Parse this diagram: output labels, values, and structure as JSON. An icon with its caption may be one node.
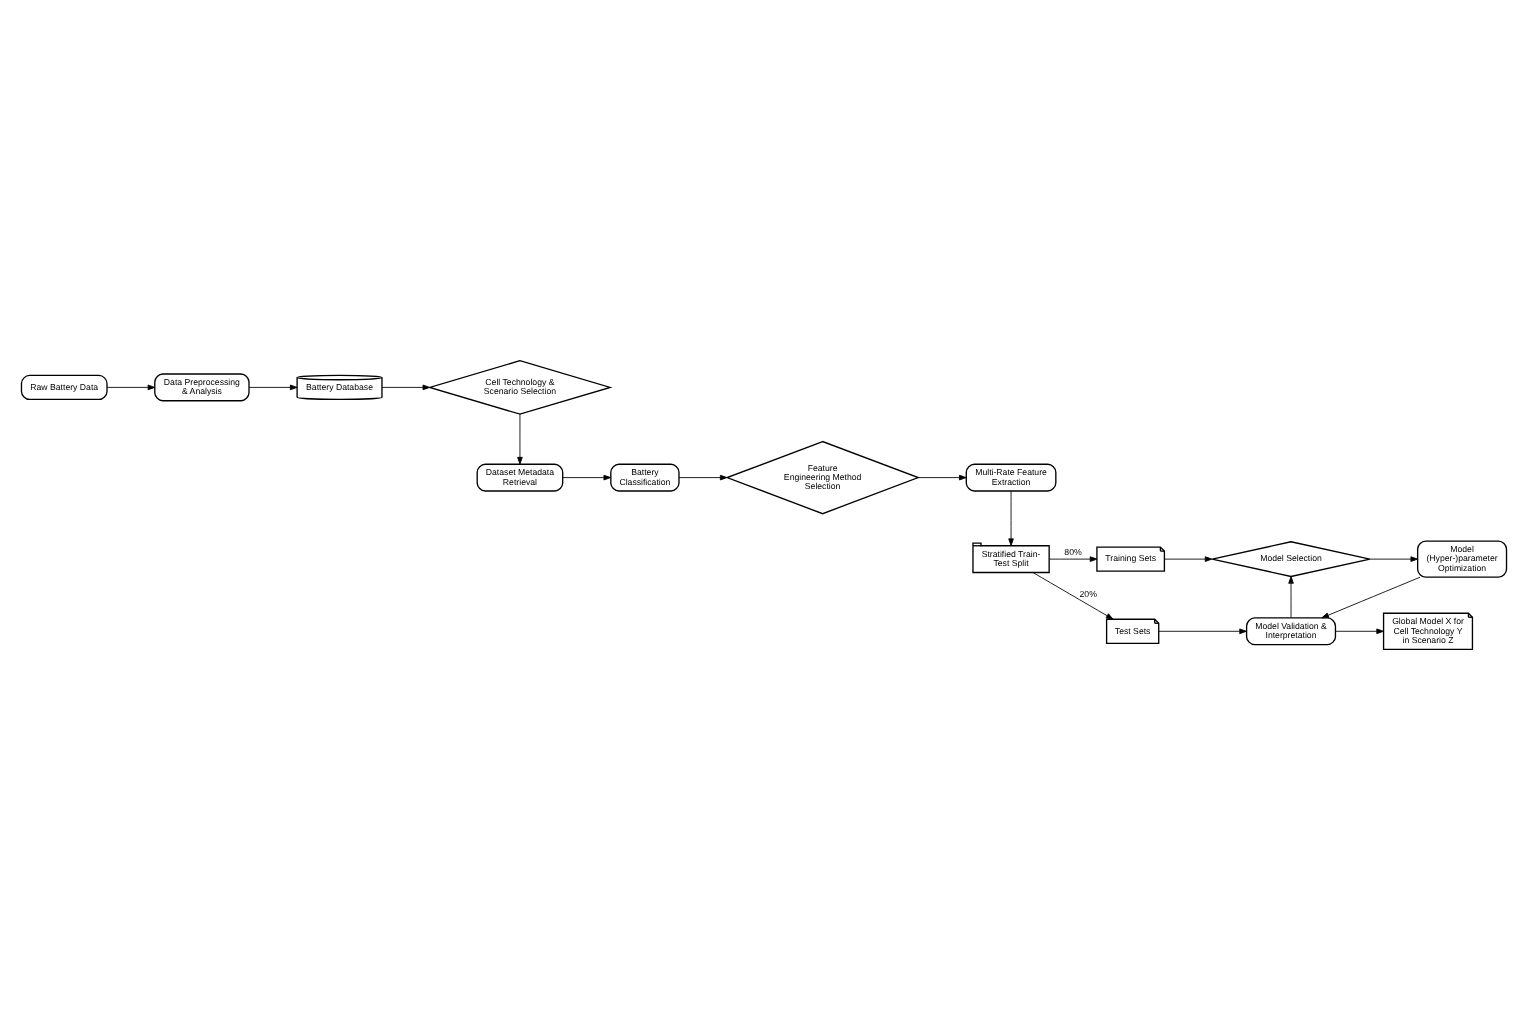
{
  "diagram": {
    "nodes": [
      {
        "text": [
          "Raw Battery Data"
        ]
      },
      {
        "text": [
          "Data Preprocessing & Analysis"
        ]
      },
      {
        "text": [
          "Battery Database"
        ]
      },
      {
        "text": [
          "Cell Technology & Scenario Selection"
        ]
      },
      {
        "text": [
          "Dataset Metadata Retrieval"
        ]
      },
      {
        "text": [
          "Battery Classification"
        ]
      },
      {
        "text": [
          "Feature Engineering Method Selection"
        ]
      },
      {
        "text": [
          "Multi-Rate Feature Extraction"
        ]
      },
      {
        "text": [
          "Stratified Train-Test Split"
        ]
      },
      {
        "text": [
          "Training Sets"
        ]
      },
      {
        "text": [
          "Model Selection"
        ]
      },
      {
        "text": [
          "Model (Hyper-)parameter Optimization"
        ]
      },
      {
        "text": [
          "Test Sets"
        ]
      },
      {
        "text": [
          "Model Validation & Interpretation"
        ]
      },
      {
        "text": [
          "Global Model X for Cell Technology Y in Scenario Z"
        ]
      }
    ],
    "edges": [
      {
        "from": 0,
        "to": 1,
        "arrow": "to"
      },
      {
        "from": 1,
        "to": 2,
        "arrow": "to"
      },
      {
        "from": 2,
        "to": 3,
        "arrow": "to"
      },
      {
        "from": 3,
        "to": 4,
        "arrow": "to"
      },
      {
        "from": 4,
        "to": 5,
        "arrow": "to"
      },
      {
        "from": 5,
        "to": 6,
        "arrow": "to"
      },
      {
        "from": 6,
        "to": 7,
        "arrow": "to"
      },
      {
        "from": 7,
        "to": 8,
        "arrow": "to"
      },
      {
        "from": 8,
        "to": 9,
        "arrow": "to",
        "label": "80%"
      },
      {
        "from": 9,
        "to": 10,
        "arrow": "to"
      },
      {
        "from": 10,
        "to": 11,
        "arrow": "to"
      },
      {
        "from": 8,
        "to": 12,
        "arrow": "to",
        "label": "20%"
      },
      {
        "from": 11,
        "to": 13,
        "arrow": "to"
      },
      {
        "from": 13,
        "to": 10,
        "arrow": "to"
      },
      {
        "from": 12,
        "to": 13,
        "arrow": "to"
      },
      {
        "from": 13,
        "to": 14,
        "arrow": "to"
      }
    ]
  }
}
